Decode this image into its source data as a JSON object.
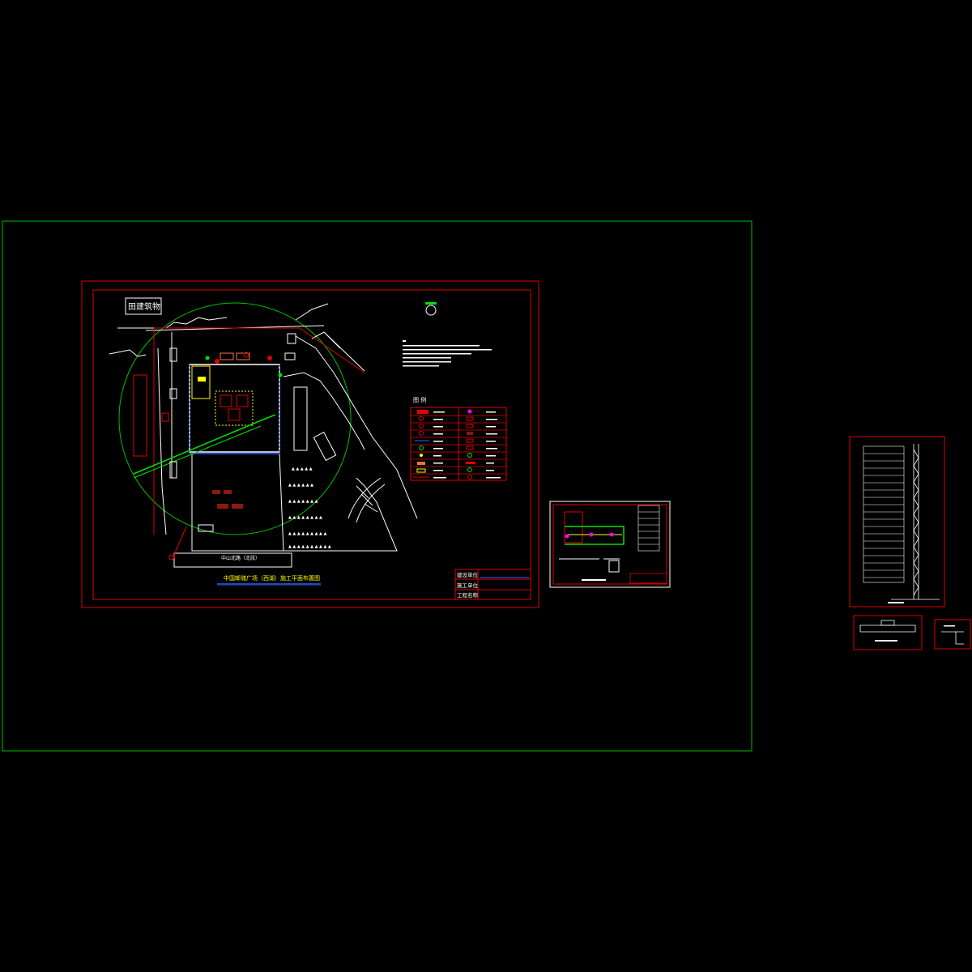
{
  "drawing": {
    "background": "#000000",
    "colors": {
      "frame_green": "#00c000",
      "frame_red": "#e00000",
      "line_white": "#ffffff",
      "site_green": "#00e000",
      "accent_yellow": "#ffff00",
      "accent_magenta": "#ff00ff",
      "accent_blue": "#3060ff",
      "dark_red_fill": "#8a1a10"
    }
  },
  "main_sheet": {
    "nearby_label": "田建筑物",
    "title": "中国邮储广场（西湖）施工平面布置图",
    "road_label": "中山北路（北段）",
    "legend_heading": "图 例",
    "title_block": [
      "建设单位",
      "施工单位",
      "工程名称"
    ]
  },
  "detail_sheet": {},
  "side_sheets": {}
}
